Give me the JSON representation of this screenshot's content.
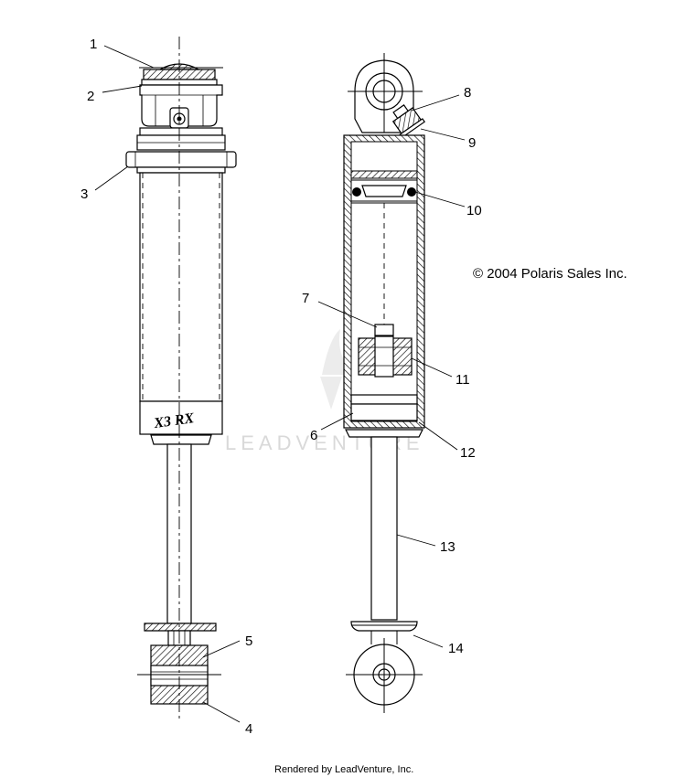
{
  "callouts": [
    {
      "id": "1",
      "label": "1"
    },
    {
      "id": "2",
      "label": "2"
    },
    {
      "id": "3",
      "label": "3"
    },
    {
      "id": "4",
      "label": "4"
    },
    {
      "id": "5",
      "label": "5"
    },
    {
      "id": "6",
      "label": "6"
    },
    {
      "id": "7",
      "label": "7"
    },
    {
      "id": "8",
      "label": "8"
    },
    {
      "id": "9",
      "label": "9"
    },
    {
      "id": "10",
      "label": "10"
    },
    {
      "id": "11",
      "label": "11"
    },
    {
      "id": "12",
      "label": "12"
    },
    {
      "id": "13",
      "label": "13"
    },
    {
      "id": "14",
      "label": "14"
    }
  ],
  "copyright": "© 2004 Polaris Sales Inc.",
  "watermark": "LEADVENTURE",
  "body_logo": "X3 RX",
  "footer": "Rendered by LeadVenture, Inc."
}
